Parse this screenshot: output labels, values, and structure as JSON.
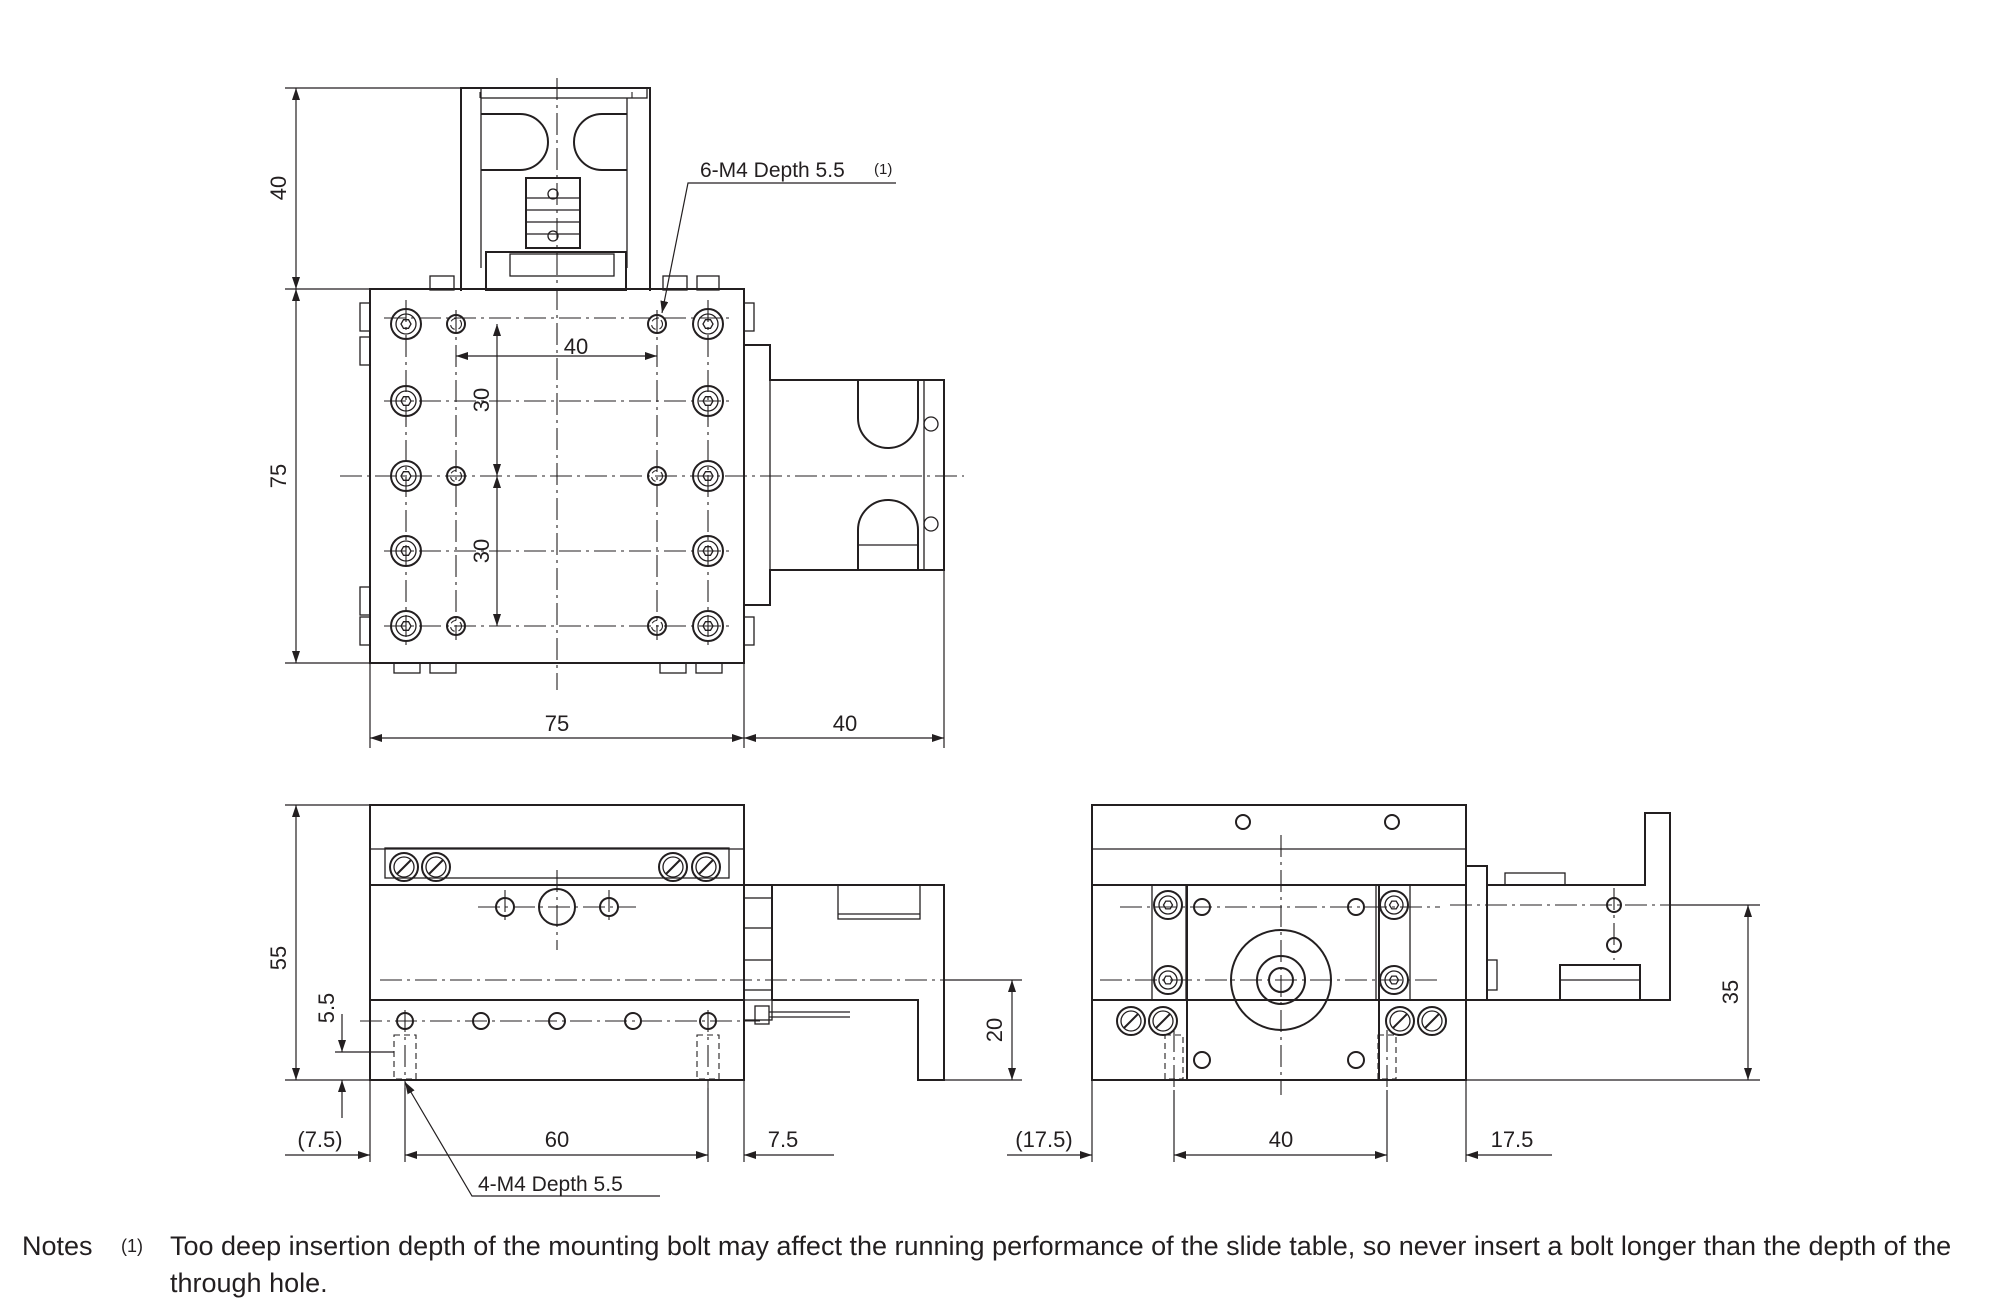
{
  "dimensions": {
    "top_view": {
      "height_top": "40",
      "height_main": "75",
      "hole_pitch_x": "40",
      "hole_pitch_y_upper": "30",
      "hole_pitch_y_lower": "30",
      "width_main": "75",
      "width_motor": "40"
    },
    "front_view": {
      "total_height": "55",
      "bolt_depth": "5.5",
      "center_height": "20",
      "left_offset": "(7.5)",
      "hole_pitch": "60",
      "right_offset": "7.5"
    },
    "side_view": {
      "left_offset": "(17.5)",
      "hole_pitch": "40",
      "right_offset": "17.5",
      "center_height": "35"
    }
  },
  "annotations": {
    "top_tapped_holes": "6-M4 Depth 5.5",
    "top_tapped_holes_note_ref": "1",
    "bottom_tapped_holes": "4-M4 Depth 5.5"
  },
  "notes": {
    "label": "Notes",
    "items": [
      {
        "ref": "1",
        "text": "Too deep insertion depth of the mounting bolt may affect the running performance of the slide table, so never insert a bolt longer than the depth of the through hole."
      }
    ]
  }
}
